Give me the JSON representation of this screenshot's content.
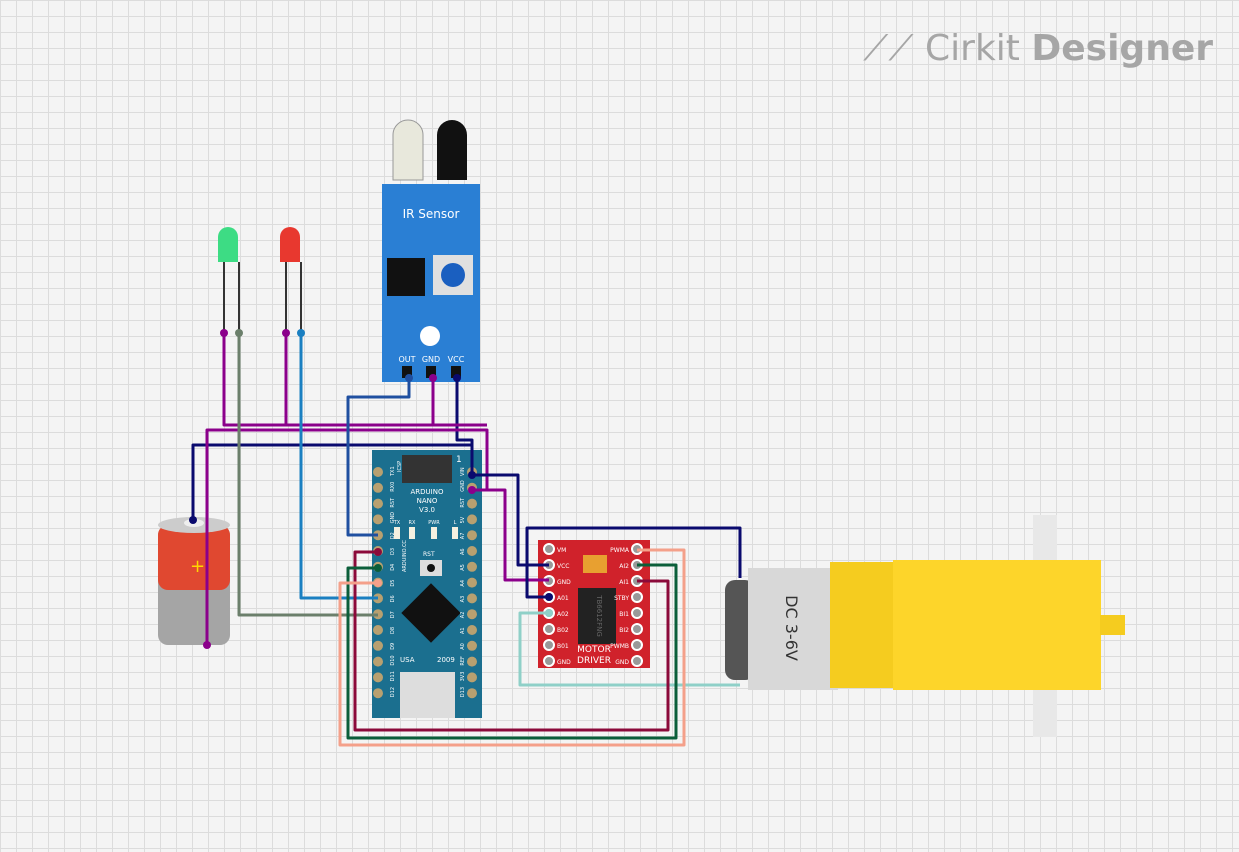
{
  "logo": {
    "brand": "Cirkit",
    "product": "Designer"
  },
  "ir_sensor": {
    "title": "IR Sensor",
    "pins": [
      "OUT",
      "GND",
      "VCC"
    ]
  },
  "arduino": {
    "name": "ARDUINO",
    "model": "NANO",
    "version": "V3.0",
    "left_pins": [
      "TX1",
      "RX0",
      "RST",
      "GND",
      "D2",
      "D3",
      "D4",
      "D5",
      "D6",
      "D7",
      "D8",
      "D9",
      "D10",
      "D11",
      "D12"
    ],
    "right_pins": [
      "VIN",
      "GND",
      "RST",
      "5V",
      "A7",
      "A6",
      "A5",
      "A4",
      "A3",
      "A2",
      "A1",
      "A0",
      "REF",
      "3V3",
      "D13"
    ],
    "leds": [
      "TX",
      "RX",
      "PWR",
      "L"
    ],
    "icsp": "ICSP",
    "pin1": "1",
    "rst": "RST",
    "usa": "USA",
    "year": "2009",
    "site": "ARDUINO.CC"
  },
  "motor_driver": {
    "title1": "MOTOR",
    "title2": "DRIVER",
    "left_pins": [
      "VM",
      "VCC",
      "GND",
      "A01",
      "A02",
      "B02",
      "B01",
      "GND"
    ],
    "right_pins": [
      "PWMA",
      "AI2",
      "AI1",
      "STBY",
      "BI1",
      "BI2",
      "PWMB",
      "GND"
    ],
    "chip": "TB6612FNG"
  },
  "motor": {
    "label": "DC 3-6V"
  },
  "colors": {
    "navy": "#0a0a6e",
    "purple": "#8b008b",
    "sage": "#6b7f6b",
    "blue": "#1a7fc1",
    "ir_out": "#1f4fa0",
    "maroon": "#8b0a3a",
    "green": "#0b5e3a",
    "salmon": "#f4a08a",
    "teal": "#8fd0c8"
  }
}
